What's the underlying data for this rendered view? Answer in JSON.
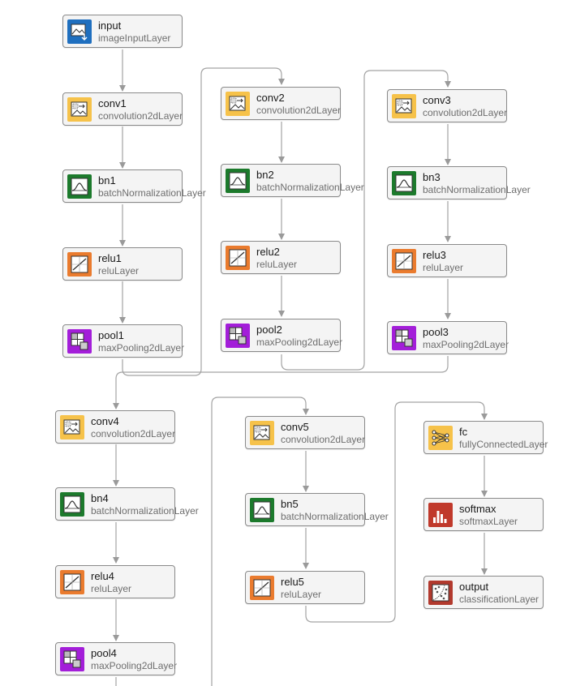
{
  "layers": {
    "input": {
      "name": "input",
      "type": "imageInputLayer"
    },
    "conv1": {
      "name": "conv1",
      "type": "convolution2dLayer"
    },
    "bn1": {
      "name": "bn1",
      "type": "batchNormalizationLayer"
    },
    "relu1": {
      "name": "relu1",
      "type": "reluLayer"
    },
    "pool1": {
      "name": "pool1",
      "type": "maxPooling2dLayer"
    },
    "conv2": {
      "name": "conv2",
      "type": "convolution2dLayer"
    },
    "bn2": {
      "name": "bn2",
      "type": "batchNormalizationLayer"
    },
    "relu2": {
      "name": "relu2",
      "type": "reluLayer"
    },
    "pool2": {
      "name": "pool2",
      "type": "maxPooling2dLayer"
    },
    "conv3": {
      "name": "conv3",
      "type": "convolution2dLayer"
    },
    "bn3": {
      "name": "bn3",
      "type": "batchNormalizationLayer"
    },
    "relu3": {
      "name": "relu3",
      "type": "reluLayer"
    },
    "pool3": {
      "name": "pool3",
      "type": "maxPooling2dLayer"
    },
    "conv4": {
      "name": "conv4",
      "type": "convolution2dLayer"
    },
    "bn4": {
      "name": "bn4",
      "type": "batchNormalizationLayer"
    },
    "relu4": {
      "name": "relu4",
      "type": "reluLayer"
    },
    "pool4": {
      "name": "pool4",
      "type": "maxPooling2dLayer"
    },
    "conv5": {
      "name": "conv5",
      "type": "convolution2dLayer"
    },
    "bn5": {
      "name": "bn5",
      "type": "batchNormalizationLayer"
    },
    "relu5": {
      "name": "relu5",
      "type": "reluLayer"
    },
    "fc": {
      "name": "fc",
      "type": "fullyConnectedLayer"
    },
    "softmax": {
      "name": "softmax",
      "type": "softmaxLayer"
    },
    "output": {
      "name": "output",
      "type": "classificationLayer"
    }
  },
  "icons": {
    "input": "image-input-icon",
    "conv": "convolution-icon",
    "bn": "batch-normalization-icon",
    "relu": "relu-icon",
    "pool": "max-pooling-icon",
    "fc": "fully-connected-icon",
    "softmax": "softmax-icon",
    "output": "classification-icon"
  },
  "colors": {
    "input": "#1f6fbf",
    "conv": "#f6c24a",
    "bn": "#1c7a2c",
    "relu": "#ea7b2e",
    "pool": "#a31ed9",
    "fc": "#f6c24a",
    "softmax": "#c0392b",
    "output": "#b23a2e",
    "edge": "#9a9a9a"
  }
}
